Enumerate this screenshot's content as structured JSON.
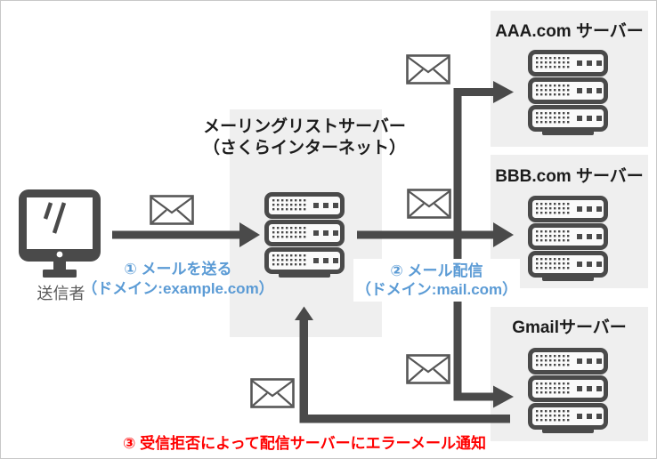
{
  "colors": {
    "line_gray": "#4a4a4a",
    "panel_gray": "#efefef",
    "step_blue": "#5b9bd5",
    "error_red": "#ff0000"
  },
  "sender": {
    "label": "送信者",
    "icon": "computer-monitor-icon"
  },
  "hub": {
    "title_line1": "メーリングリストサーバー",
    "title_line2": "（さくらインターネット）",
    "icon": "server-rack-icon"
  },
  "destinations": [
    {
      "label": "AAA.com サーバー",
      "icon": "server-rack-icon"
    },
    {
      "label": "BBB.com サーバー",
      "icon": "server-rack-icon"
    },
    {
      "label": "Gmailサーバー",
      "icon": "server-rack-icon"
    }
  ],
  "steps": {
    "step1": {
      "line1": "① メールを送る",
      "line2": "（ドメイン:example.com）"
    },
    "step2": {
      "line1": "② メール配信",
      "line2": "（ドメイン:mail.com）"
    },
    "step3": {
      "text": "③ 受信拒否によって配信サーバーにエラーメール通知"
    }
  },
  "icons": {
    "mail": "envelope-icon",
    "sender": "computer-monitor-icon",
    "server": "server-rack-icon"
  }
}
